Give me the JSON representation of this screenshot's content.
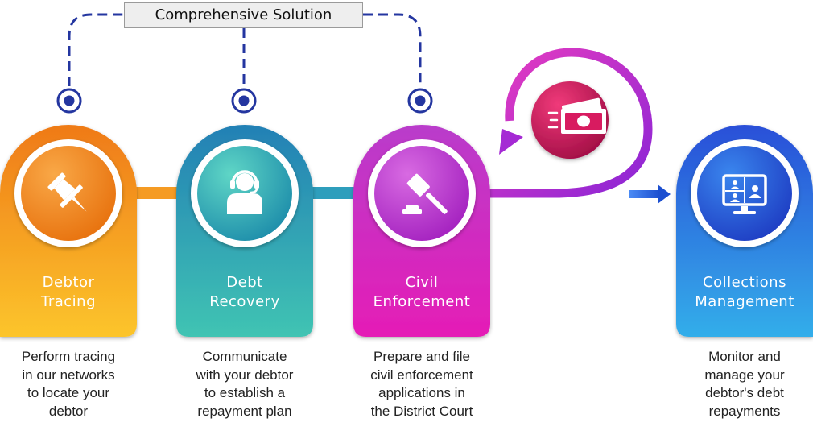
{
  "banner": {
    "label": "Comprehensive Solution"
  },
  "steps": [
    {
      "title_line1": "Debtor",
      "title_line2": "Tracing",
      "icon": "pushpin-icon",
      "desc_lines": [
        "Perform tracing",
        "in our networks",
        "to locate your",
        "debtor"
      ]
    },
    {
      "title_line1": "Debt",
      "title_line2": "Recovery",
      "icon": "headset-agent-icon",
      "desc_lines": [
        "Communicate",
        "with your debtor",
        "to establish a",
        "repayment plan"
      ]
    },
    {
      "title_line1": "Civil",
      "title_line2": "Enforcement",
      "icon": "gavel-icon",
      "desc_lines": [
        "Prepare and file",
        "civil enforcement",
        "applications in",
        "the District Court"
      ]
    },
    {
      "title_line1": "Collections",
      "title_line2": "Management",
      "icon": "monitor-users-icon",
      "desc_lines": [
        "Monitor and",
        "manage your",
        "debtor's debt",
        "repayments"
      ]
    }
  ],
  "loop": {
    "icon": "cash-icon"
  },
  "colors": {
    "orange_top": "#f07d1a",
    "orange_bottom": "#fbc02d",
    "teal_top": "#2383b6",
    "teal_bottom": "#3ec1b4",
    "magenta_top": "#c03cc8",
    "magenta_bottom": "#e21fb8",
    "blue_top": "#2a52d9",
    "blue_bottom": "#31a9ea",
    "bracket": "#2436a0",
    "loop": "#b42ed1",
    "cash_circle": "#d81b60"
  }
}
